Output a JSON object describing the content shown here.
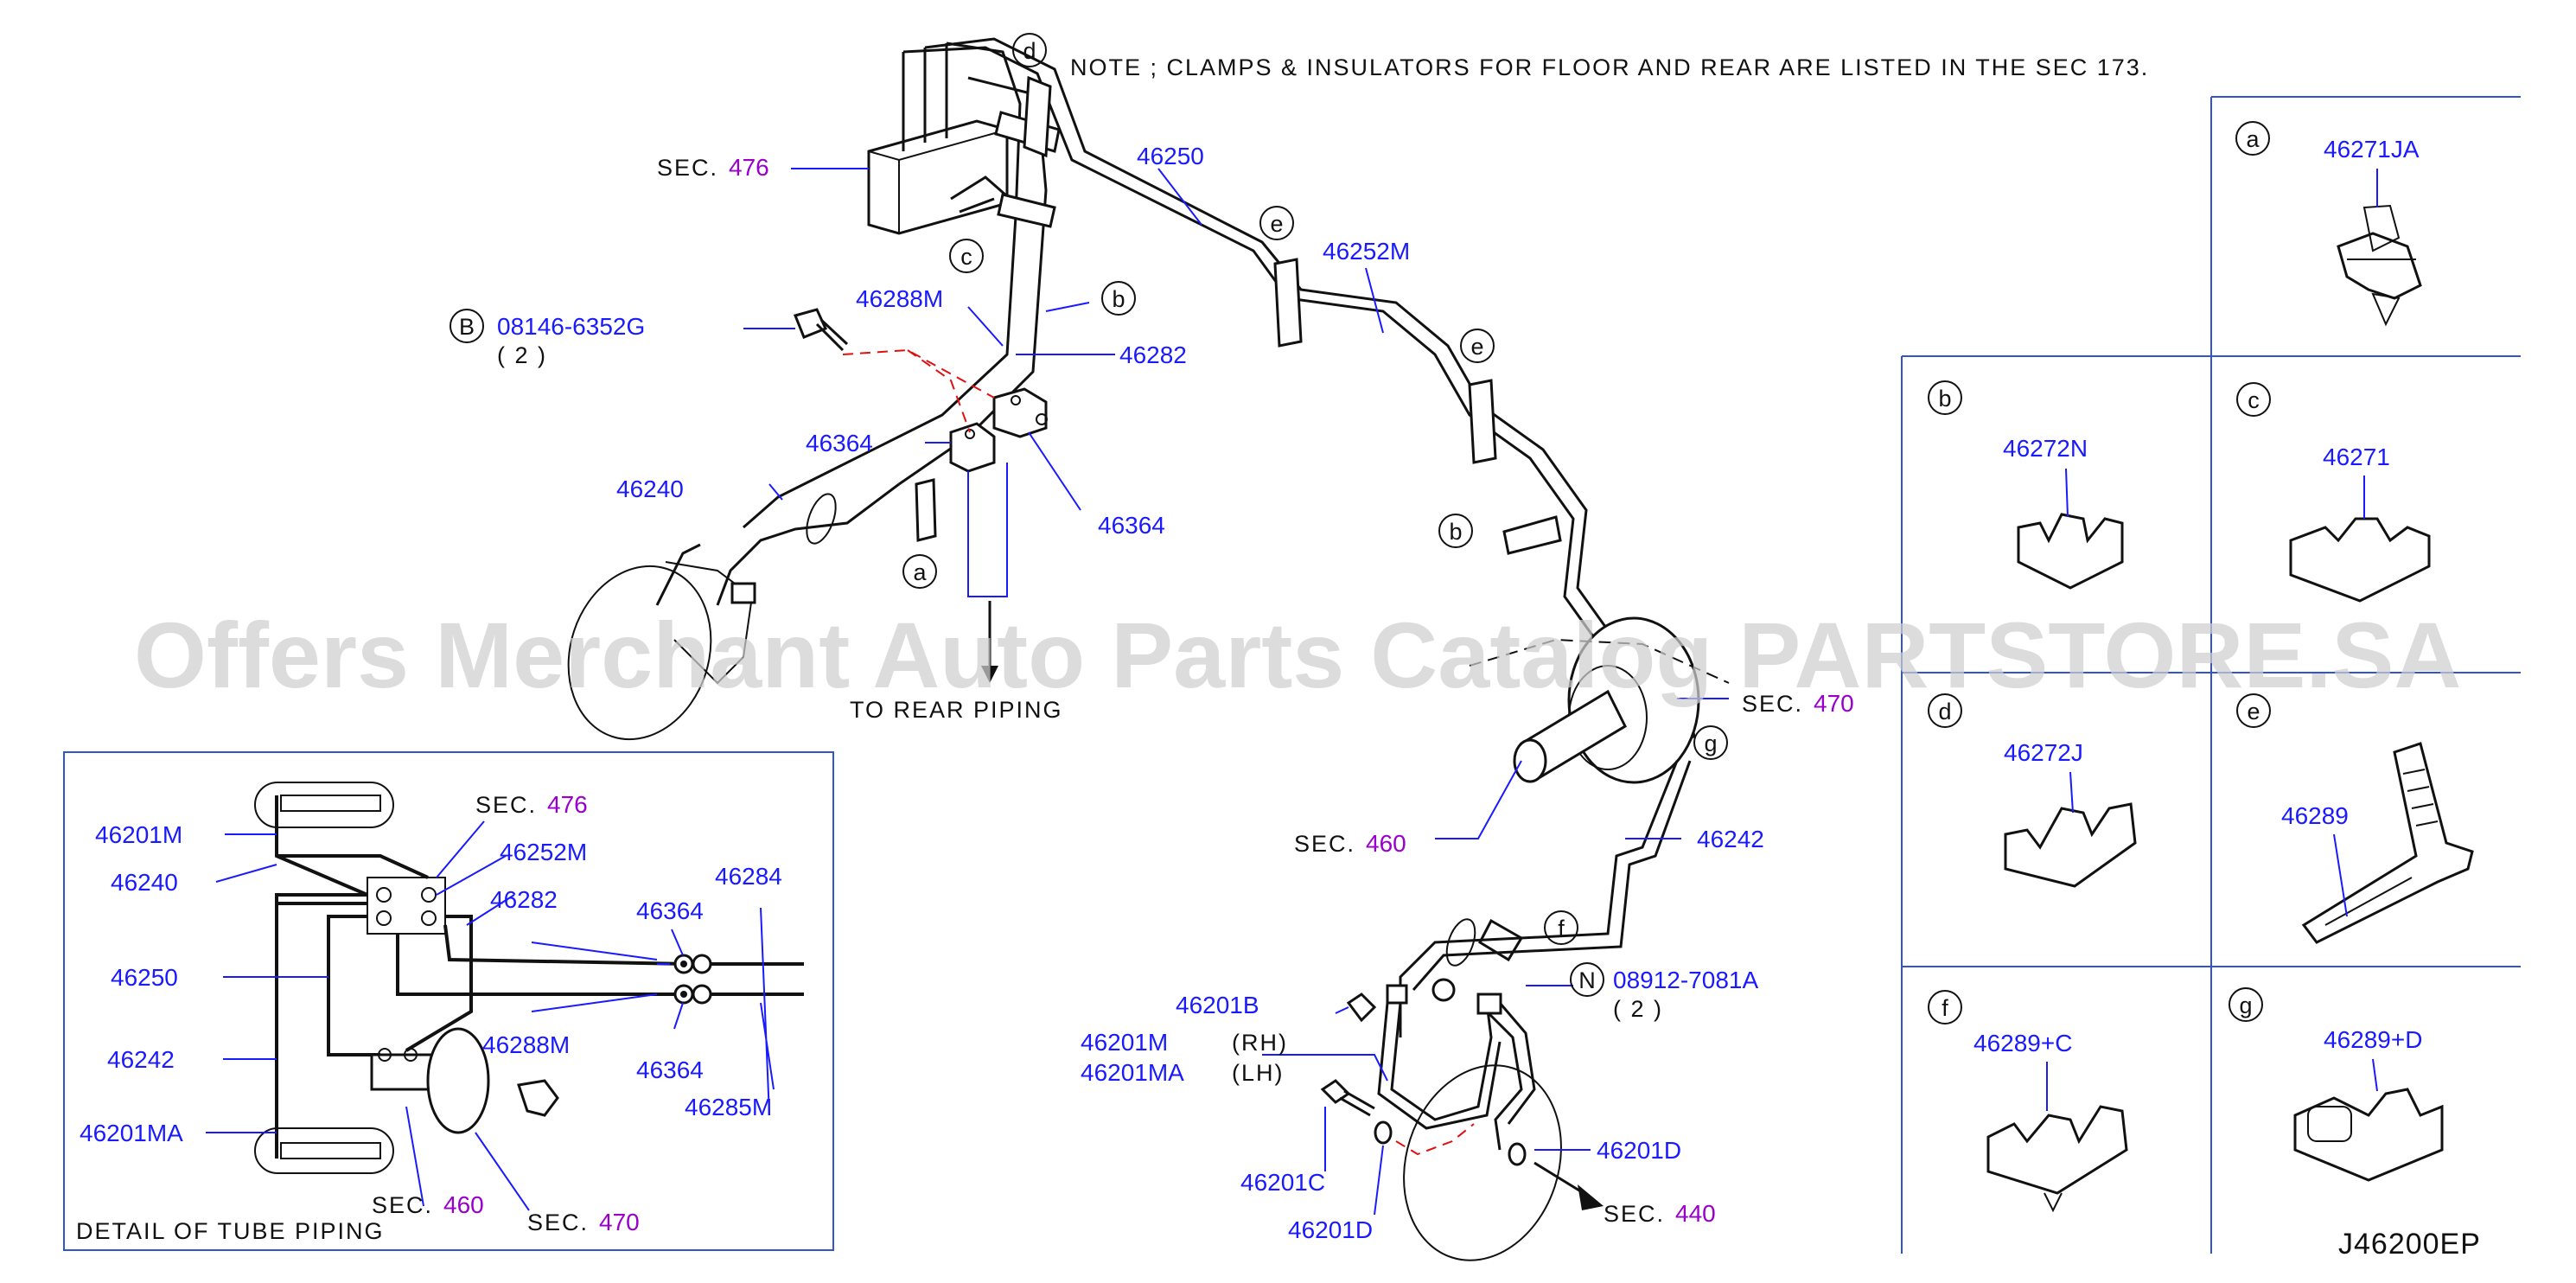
{
  "note": "NOTE ; CLAMPS & INSULATORS FOR FLOOR AND REAR ARE LISTED IN THE SEC 173.",
  "drawing_code": "J46200EP",
  "watermark": "Offers Merchant Auto Parts Catalog PARTSTORE.SA",
  "sec_word": "SEC.",
  "to_rear_piping": "TO REAR PIPING",
  "detail_title": "DETAIL OF TUBE PIPING",
  "sections": {
    "s476": "476",
    "s470": "470",
    "s460": "460",
    "s440": "440"
  },
  "bolt_b": {
    "letter": "B",
    "part": "08146-6352G",
    "qty": "( 2 )"
  },
  "nut_n": {
    "letter": "N",
    "part": "08912-7081A",
    "qty": "( 2 )"
  },
  "callout_letters": {
    "a": "a",
    "b": "b",
    "c": "c",
    "d": "d",
    "e": "e",
    "f": "f",
    "g": "g"
  },
  "parts": {
    "p46250": "46250",
    "p46252M": "46252M",
    "p46288M": "46288M",
    "p46282": "46282",
    "p46364": "46364",
    "p46240": "46240",
    "p46242": "46242",
    "p46201B": "46201B",
    "p46201M": "46201M",
    "p46201MA": "46201MA",
    "p46201C": "46201C",
    "p46201D": "46201D",
    "p46284": "46284",
    "p46285M": "46285M"
  },
  "rh": "(RH)",
  "lh": "(LH)",
  "clip_panels": [
    {
      "letter": "a",
      "part": "46271JA"
    },
    {
      "letter": "b",
      "part": "46272N"
    },
    {
      "letter": "c",
      "part": "46271"
    },
    {
      "letter": "d",
      "part": "46272J"
    },
    {
      "letter": "e",
      "part": "46289"
    },
    {
      "letter": "f",
      "part": "46289+C"
    },
    {
      "letter": "g",
      "part": "46289+D"
    }
  ],
  "colors": {
    "part_label": "#1a1aff",
    "section_ref": "#9900cc",
    "guide_line": "#e01010",
    "line": "#111111"
  }
}
